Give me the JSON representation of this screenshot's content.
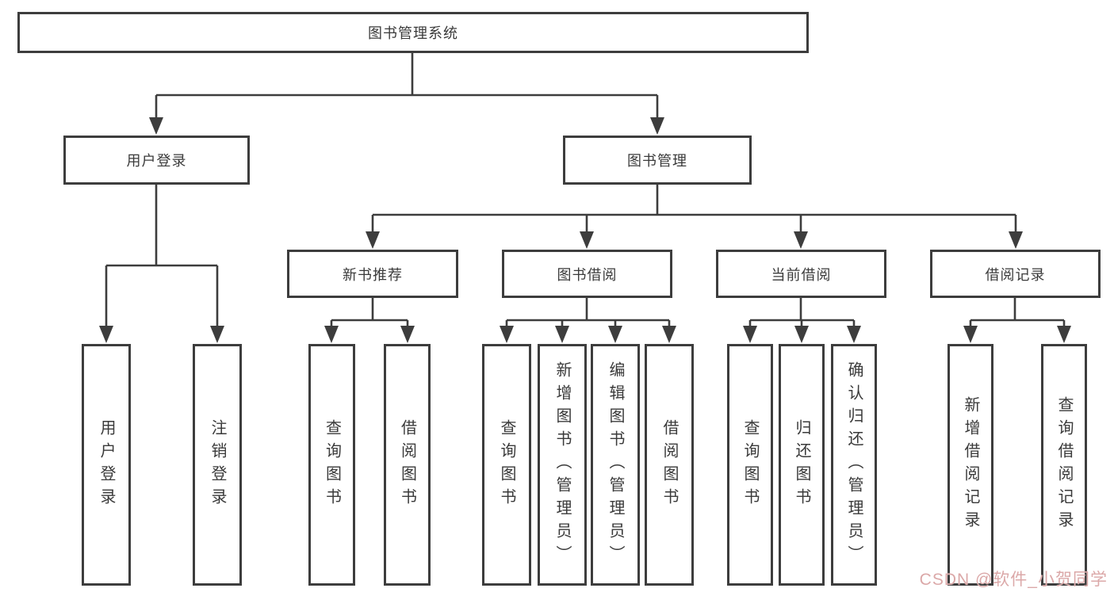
{
  "diagram": {
    "root": {
      "label": "图书管理系统"
    },
    "level2": [
      {
        "label": "用户登录"
      },
      {
        "label": "图书管理"
      }
    ],
    "level3": [
      {
        "label": "新书推荐"
      },
      {
        "label": "图书借阅"
      },
      {
        "label": "当前借阅"
      },
      {
        "label": "借阅记录"
      }
    ],
    "leaves": {
      "user_login": [
        "用户登录",
        "注销登录"
      ],
      "new_book_recommend": [
        "查询图书",
        "借阅图书"
      ],
      "book_borrow": [
        "查询图书",
        "新增图书（管理员）",
        "编辑图书（管理员）",
        "借阅图书"
      ],
      "current_borrow": [
        "查询图书",
        "归还图书",
        "确认归还（管理员）"
      ],
      "borrow_records": [
        "新增借阅记录",
        "查询借阅记录"
      ]
    }
  },
  "watermark": {
    "text": "CSDN @软件_小贺同学"
  },
  "colors": {
    "border": "#3d3d3d",
    "text": "#3a3a3a",
    "background": "#ffffff",
    "watermark": "#dba8a8"
  }
}
